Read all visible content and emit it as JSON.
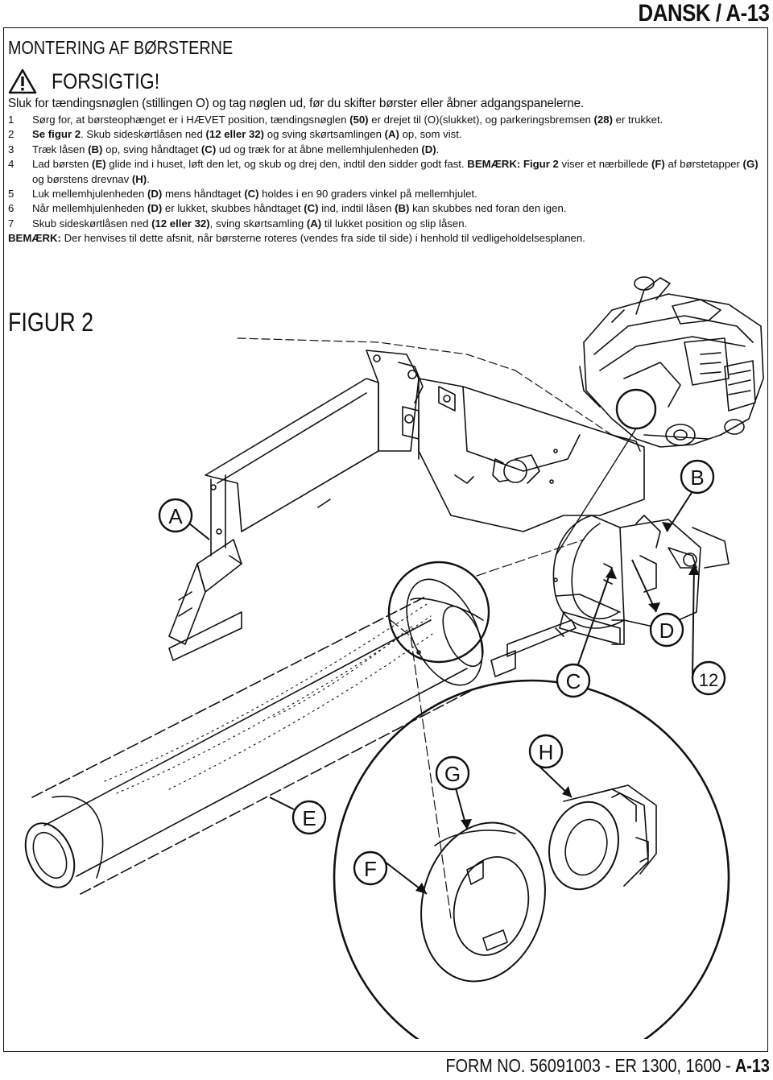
{
  "header": {
    "title": "DANSK / A-13"
  },
  "section": {
    "title": "MONTERING AF BØRSTERNE"
  },
  "caution": {
    "icon": "warning-triangle-icon",
    "title": "FORSIGTIG!"
  },
  "lead": "Sluk for tændingsnøglen (stillingen O) og tag nøglen ud, før du skifter børster eller åbner adgangspanelerne.",
  "steps": [
    {
      "num": "1",
      "parts": [
        "Sørg for, at børsteophænget er i HÆVET position, tændingsnøglen ",
        "(50)",
        " er drejet til (O)(slukket), og parkeringsbremsen ",
        "(28)",
        " er trukket."
      ]
    },
    {
      "num": "2",
      "parts": [
        "",
        "Se figur 2",
        ". Skub sideskørtlåsen ned ",
        "(12 eller 32)",
        " og sving skørtsamlingen ",
        "(A)",
        " op, som vist."
      ]
    },
    {
      "num": "3",
      "parts": [
        "Træk låsen ",
        "(B)",
        " op, sving håndtaget ",
        "(C)",
        " ud og træk for at åbne mellemhjulenheden ",
        "(D)",
        "."
      ]
    },
    {
      "num": "4",
      "parts": [
        "Lad børsten ",
        "(E)",
        " glide ind i huset, løft den let, og skub og drej den, indtil den sidder godt fast. ",
        "BEMÆRK: Figur 2",
        " viser et nærbillede ",
        "(F)",
        " af børstetapper ",
        "(G)",
        " og børstens drevnav ",
        "(H)",
        "."
      ]
    },
    {
      "num": "5",
      "parts": [
        "Luk mellemhjulenheden ",
        "(D)",
        " mens håndtaget ",
        "(C)",
        " holdes i en 90 graders vinkel på mellemhjulet."
      ]
    },
    {
      "num": "6",
      "parts": [
        "Når mellemhjulenheden ",
        "(D)",
        " er lukket, skubbes håndtaget ",
        "(C)",
        " ind, indtil låsen ",
        "(B)",
        " kan skubbes ned foran den igen."
      ]
    },
    {
      "num": "7",
      "parts": [
        "Skub sideskørtlåsen ned ",
        "(12 eller 32)",
        ", sving skørtsamling ",
        "(A)",
        " til lukket position og slip låsen."
      ]
    }
  ],
  "note": {
    "label": "BEMÆRK:",
    "text": " Der henvises til dette afsnit, når børsterne roteres (vendes fra side til side) i henhold til vedligeholdelsesplanen."
  },
  "figure": {
    "label": "FIGUR 2",
    "callouts": {
      "A": "A",
      "B": "B",
      "C": "C",
      "D": "D",
      "E": "E",
      "F": "F",
      "G": "G",
      "H": "H",
      "n12": "12"
    }
  },
  "footer": {
    "text": "FORM NO. 56091003 - ER 1300, 1600 - ",
    "page": "A-13"
  }
}
